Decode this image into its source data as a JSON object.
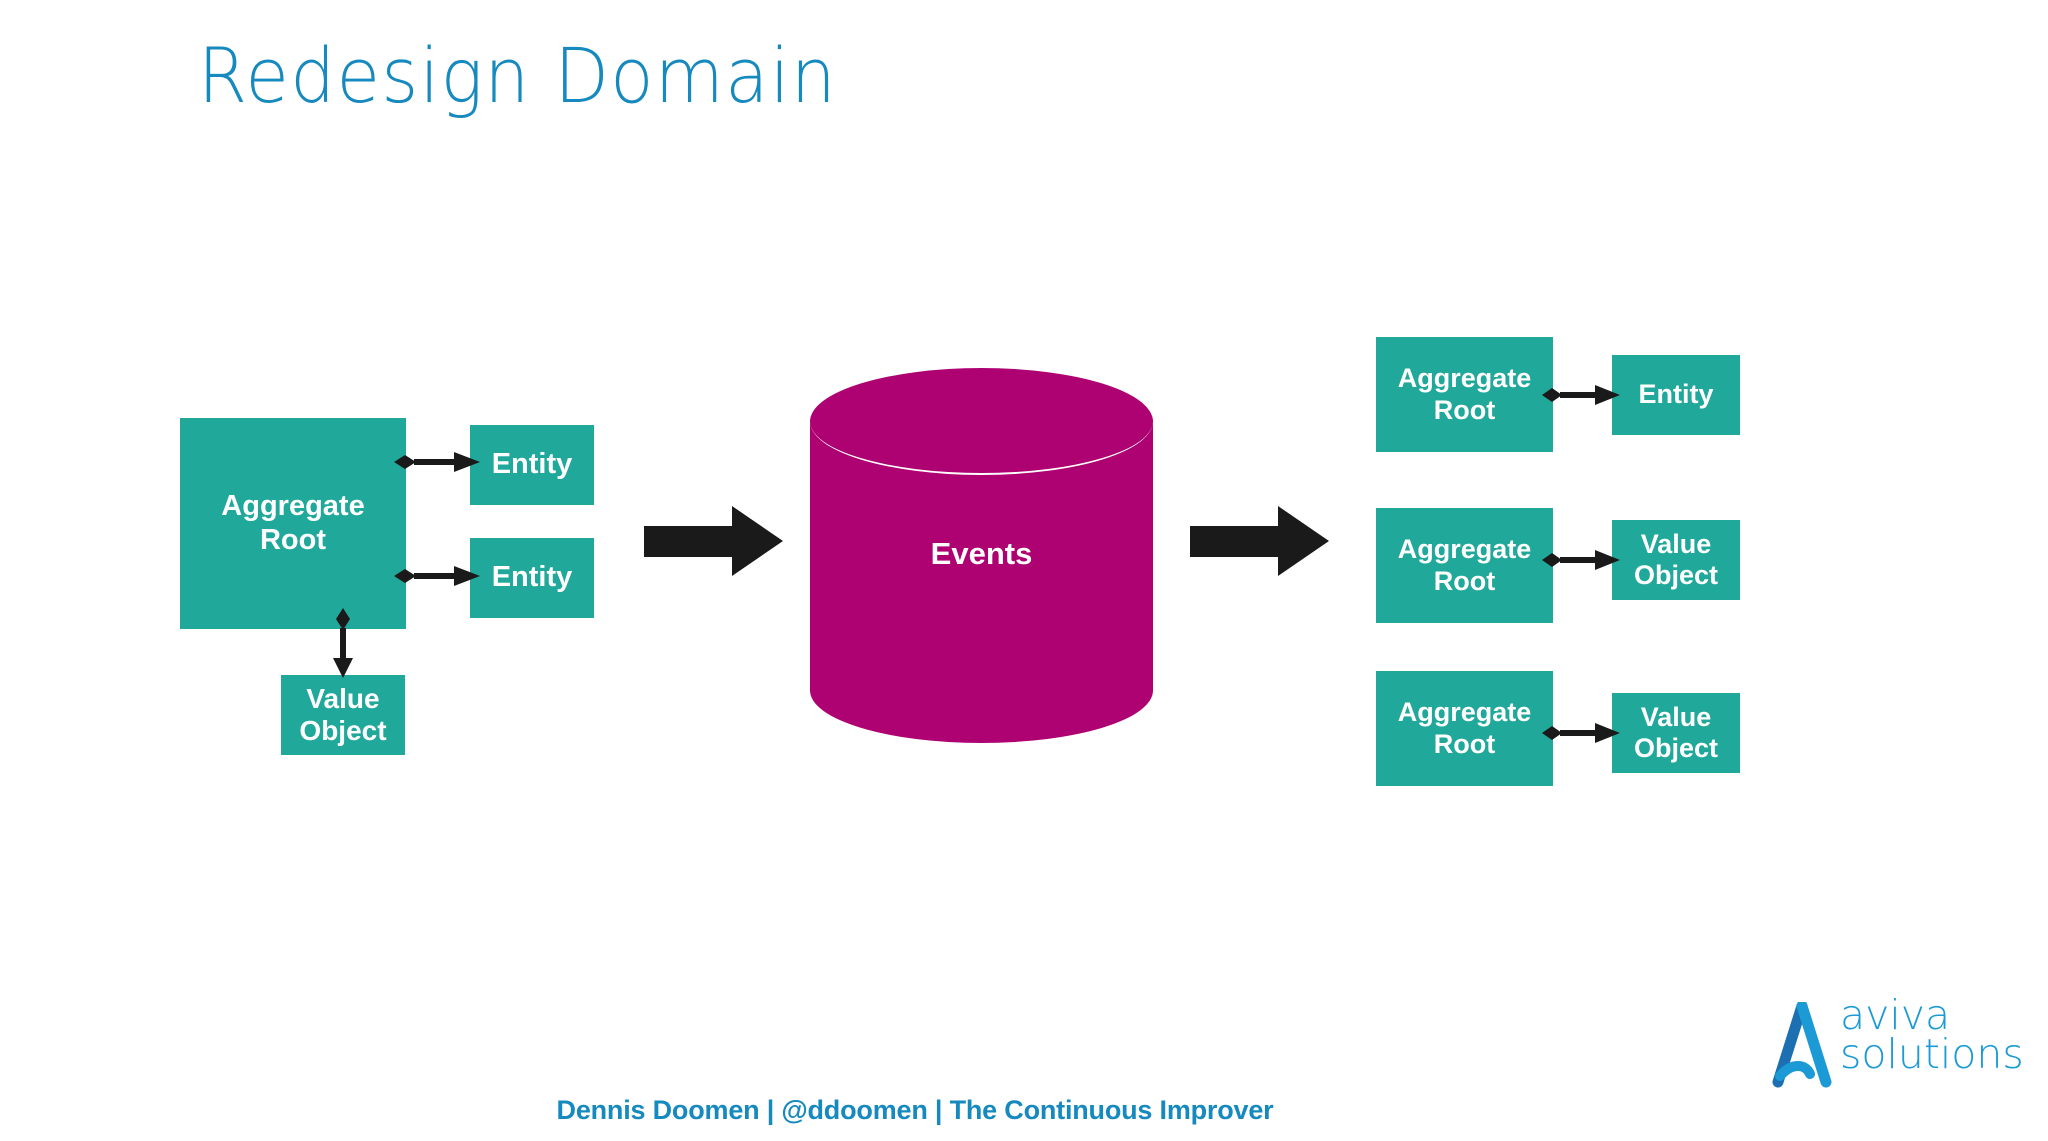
{
  "slide": {
    "title": "Redesign Domain",
    "background_color": "#ffffff"
  },
  "colors": {
    "title_blue": "#1689be",
    "node_teal": "#20a89a",
    "event_store_magenta": "#ae0272",
    "arrow_black": "#1a1a1a",
    "logo_blue": "#1b9ad6",
    "logo_blue_dark": "#1c6fb0",
    "node_text": "#ffffff"
  },
  "diagram": {
    "left_group": {
      "name": "current-domain-model",
      "nodes": [
        {
          "id": "left-aggregate-root",
          "label": "Aggregate\nRoot"
        },
        {
          "id": "left-entity-1",
          "label": "Entity"
        },
        {
          "id": "left-entity-2",
          "label": "Entity"
        },
        {
          "id": "left-value-object",
          "label": "Value\nObject"
        }
      ],
      "connectors": [
        {
          "from": "left-aggregate-root",
          "to": "left-entity-1",
          "kind": "composition",
          "direction": "right"
        },
        {
          "from": "left-aggregate-root",
          "to": "left-entity-2",
          "kind": "composition",
          "direction": "right"
        },
        {
          "from": "left-aggregate-root",
          "to": "left-value-object",
          "kind": "composition",
          "direction": "down"
        }
      ]
    },
    "event_store": {
      "name": "events-cylinder",
      "label": "Events",
      "shape": "cylinder"
    },
    "right_group": {
      "name": "event-sourced-aggregates",
      "rows": [
        {
          "root": "Aggregate\nRoot",
          "child": "Entity"
        },
        {
          "root": "Aggregate\nRoot",
          "child": "Value\nObject"
        },
        {
          "root": "Aggregate\nRoot",
          "child": "Value\nObject"
        }
      ],
      "connector_kind": "composition"
    },
    "flow_arrows": [
      {
        "id": "flow-arrow-left",
        "direction": "right"
      },
      {
        "id": "flow-arrow-right",
        "direction": "right"
      }
    ]
  },
  "footer": {
    "credit": "Dennis Doomen | @ddoomen | The Continuous Improver"
  },
  "logo": {
    "line1": "aviva",
    "line2": "solutions"
  }
}
